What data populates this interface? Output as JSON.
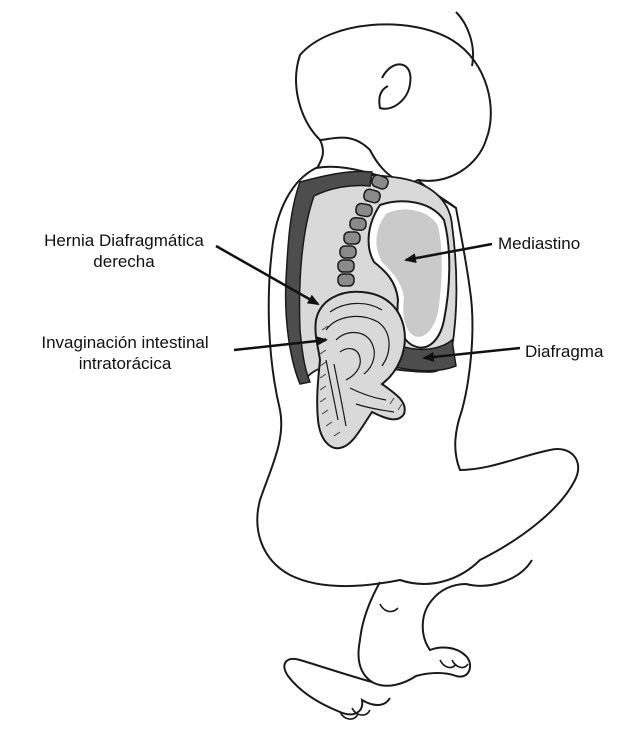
{
  "labels": {
    "hernia": {
      "line1": "Hernia Diafragmática",
      "line2": "derecha"
    },
    "invaginacion": {
      "line1": "Invaginación intestinal",
      "line2": "intratorácica"
    },
    "mediastino": "Mediastino",
    "diafragma": "Diafragma"
  },
  "colors": {
    "outline": "#1a1a1a",
    "dark_fill": "#4d4d4d",
    "mid_fill": "#8a8a8a",
    "light_fill": "#d9d9d9",
    "body_fill": "#ffffff"
  }
}
